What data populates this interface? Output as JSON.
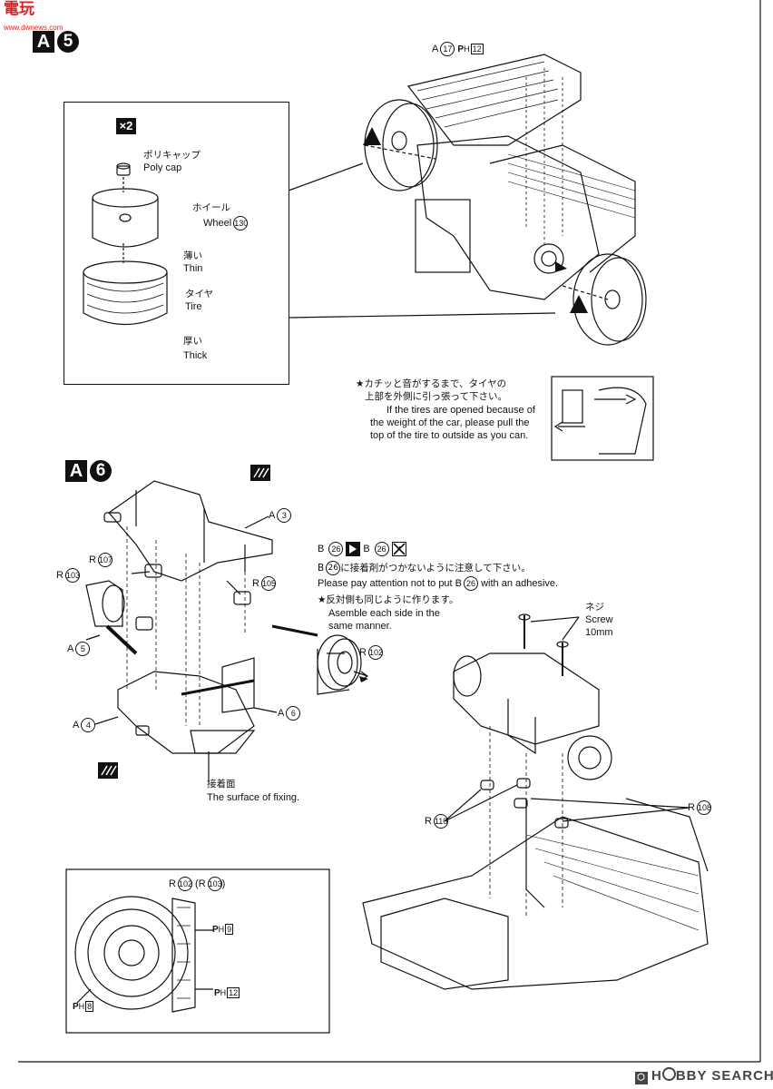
{
  "header": {
    "logo_text": "電玩",
    "logo_sub": "www.dwnews.com"
  },
  "step5": {
    "letter": "A",
    "number": "5",
    "inset": {
      "multiplier": "×2",
      "poly_cap_jp": "ポリキャップ",
      "poly_cap_en": "Poly cap",
      "wheel_jp": "ホイール",
      "wheel_en": "Wheel",
      "wheel_part": "130",
      "thin_jp": "薄い",
      "thin_en": "Thin",
      "tire_jp": "タイヤ",
      "tire_en": "Tire",
      "thick_jp": "厚い",
      "thick_en": "Thick"
    },
    "part_label": "A",
    "part_num": "17",
    "paint": "P",
    "paint_sub": "H",
    "paint_num": "12",
    "note_jp_1": "★カチッと音がするまで、タイヤの",
    "note_jp_2": "上部を外側に引っ張って下さい。",
    "note_en_1": "If the tires are opened because of",
    "note_en_2": "the weight of the car, please pull the",
    "note_en_3": "top of the tire to outside as you can."
  },
  "step6": {
    "letter": "A",
    "number": "6",
    "labels": {
      "a3": "A",
      "a3n": "3",
      "r107": "R",
      "r107n": "107",
      "r103": "R",
      "r103n": "103",
      "r105": "R",
      "r105n": "105",
      "a5": "A",
      "a5n": "5",
      "a6": "A",
      "a6n": "6",
      "a4": "A",
      "a4n": "4",
      "r102": "R",
      "r102n": "102",
      "b26": "B",
      "b26n": "26",
      "surface_jp": "接着面",
      "surface_en": "The surface of fixing."
    },
    "note_jp_1": "に接着剤がつかないように注意して下さい。",
    "note_en_1": "Please pay attention not to put B",
    "note_en_1b": "with an adhesive.",
    "note_jp_2": "★反対側も同じように作ります。",
    "note_en_2a": "Asemble each side in the",
    "note_en_2b": "same manner.",
    "screw_jp": "ネジ",
    "screw_en": "Screw",
    "screw_size": "10mm",
    "r110": "R",
    "r110n": "110",
    "r108": "R",
    "r108n": "108",
    "disc_inset": {
      "label_a": "R",
      "label_an": "102",
      "label_b": "R",
      "label_bn": "103",
      "ph9": "9",
      "ph12": "12",
      "ph8": "8"
    }
  },
  "footer": {
    "brand": "H",
    "brand_rest": "BBY SEARCH"
  }
}
